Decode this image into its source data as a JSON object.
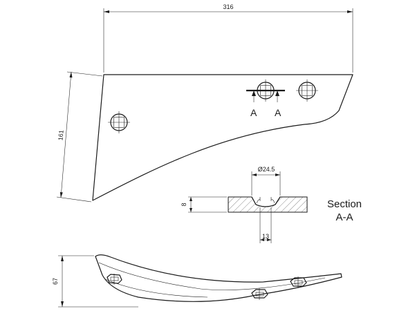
{
  "dimensions": {
    "length": "316",
    "height": "161",
    "thickness": "67",
    "hole_diameter": "Ø24.5",
    "section_depth": "8",
    "square_width": "13"
  },
  "section": {
    "marker_left": "A",
    "marker_right": "A",
    "title_line1": "Section",
    "title_line2": "A-A"
  }
}
